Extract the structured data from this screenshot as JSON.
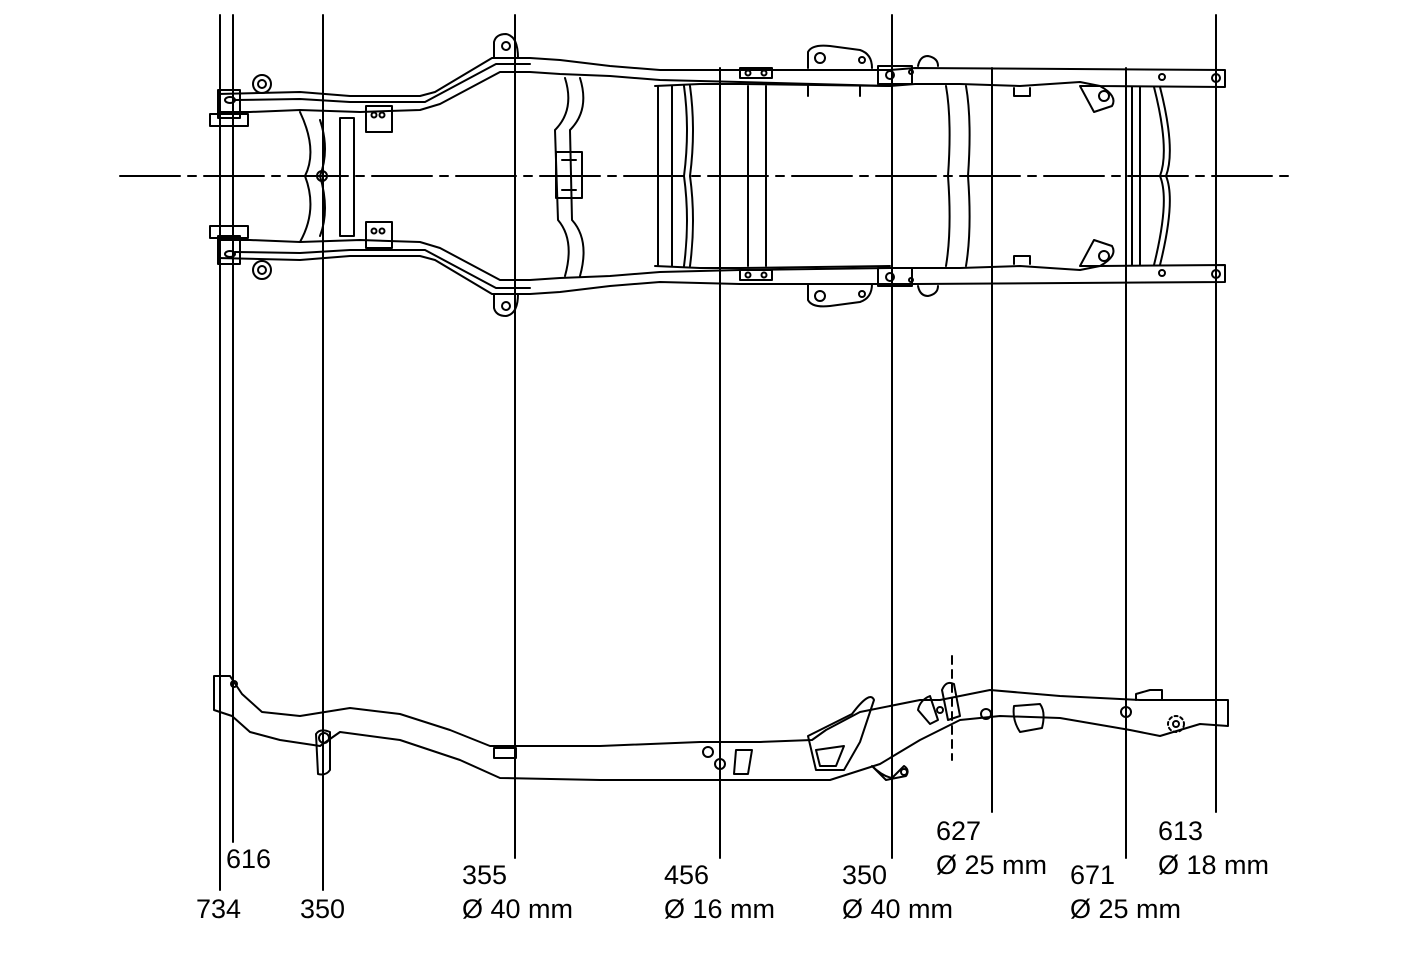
{
  "labels": {
    "l734": "734",
    "l616": "616",
    "l350a": "350",
    "l355": "355",
    "l355_dia": "Ø 40 mm",
    "l456": "456",
    "l456_dia": "Ø 16 mm",
    "l350b": "350",
    "l350b_dia": "Ø 40 mm",
    "l627": "627",
    "l627_dia": "Ø 25 mm",
    "l671": "671",
    "l671_dia": "Ø 25 mm",
    "l613": "613",
    "l613_dia": "Ø 18 mm"
  },
  "colors": {
    "line": "#000000",
    "background": "#ffffff"
  }
}
